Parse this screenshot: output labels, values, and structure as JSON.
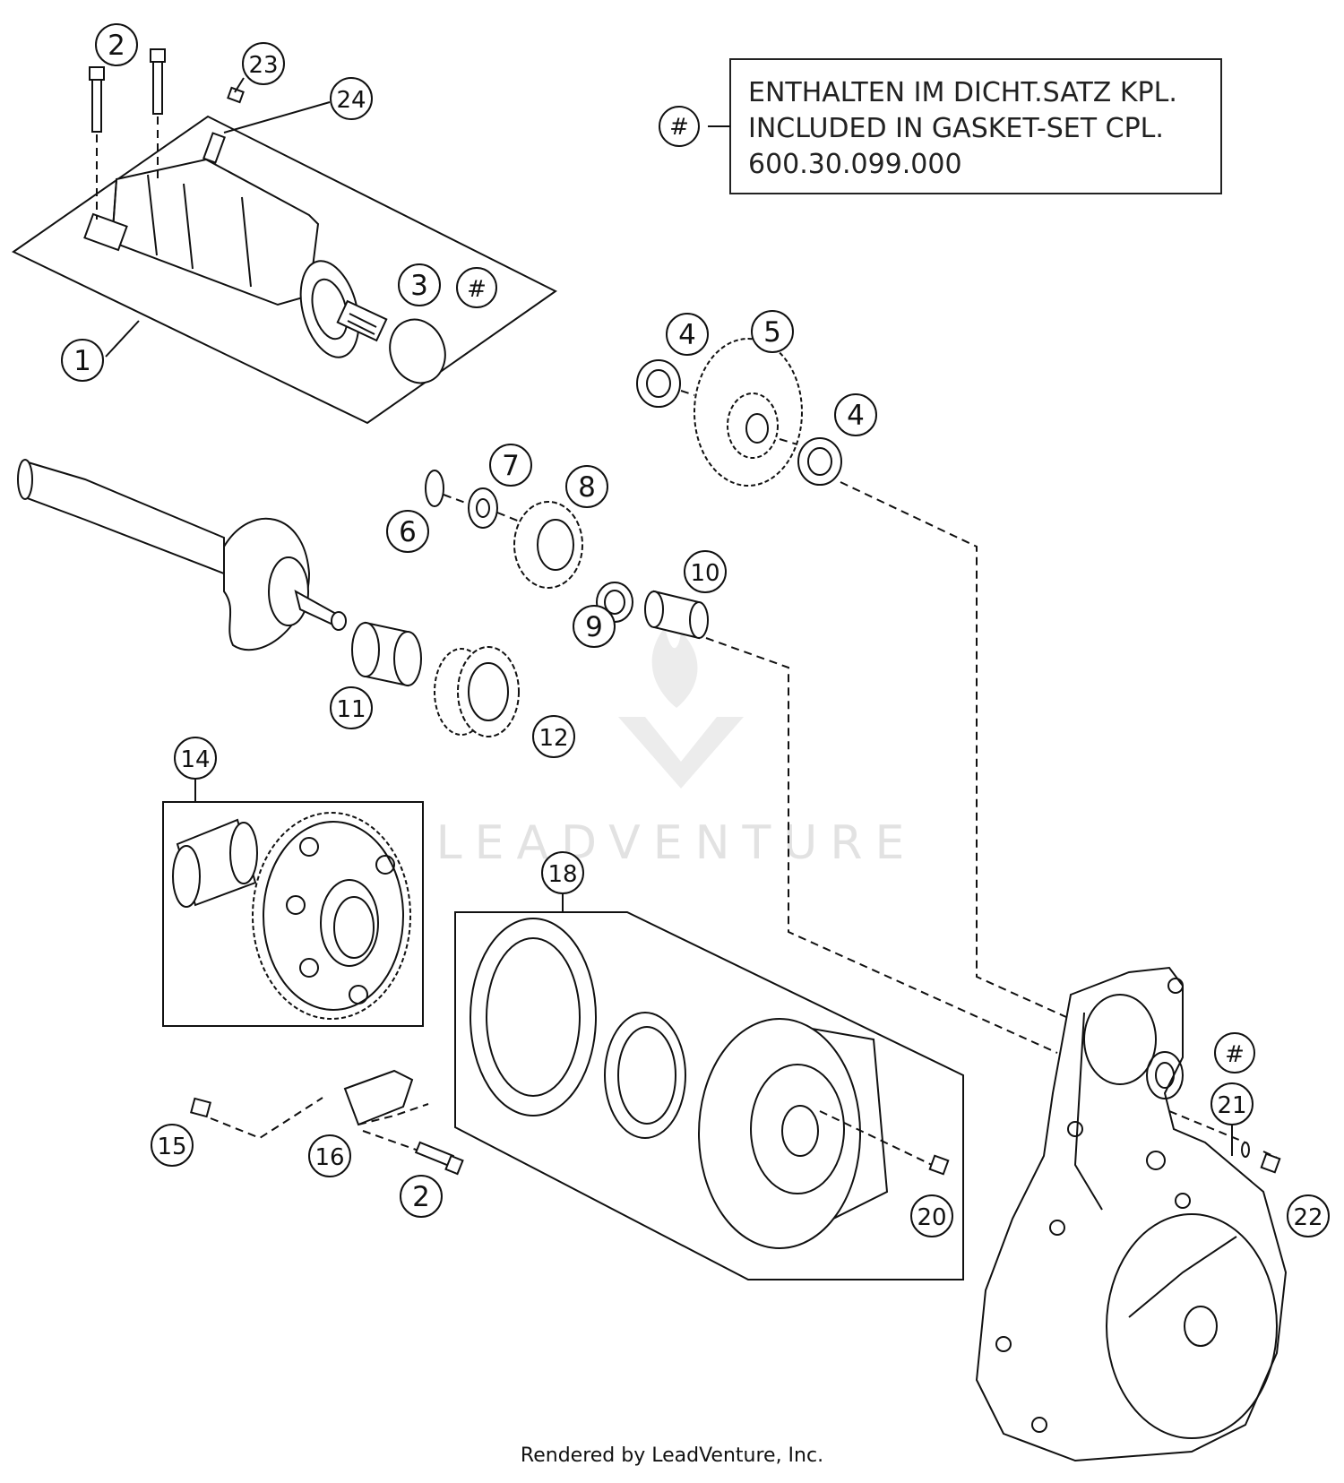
{
  "note": {
    "symbol": "#",
    "lines": [
      "ENTHALTEN IM DICHT.SATZ KPL.",
      "INCLUDED IN GASKET-SET CPL.",
      "600.30.099.000"
    ]
  },
  "callouts": {
    "c1": "1",
    "c2a": "2",
    "c2b": "2",
    "c3": "3",
    "c3h": "#",
    "c4a": "4",
    "c4b": "4",
    "c5": "5",
    "c6": "6",
    "c7": "7",
    "c8": "8",
    "c9": "9",
    "c10": "10",
    "c11": "11",
    "c12": "12",
    "c14": "14",
    "c15": "15",
    "c16": "16",
    "c18": "18",
    "c20": "20",
    "c21": "21",
    "c21h": "#",
    "c22": "22",
    "c23": "23",
    "c24": "24"
  },
  "watermark": "LEADVENTURE",
  "footer": "Rendered by LeadVenture, Inc."
}
